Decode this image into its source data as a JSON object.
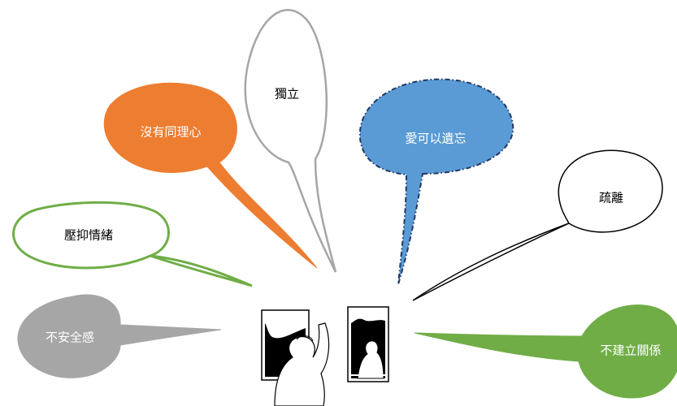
{
  "diagram": {
    "bubbles": [
      {
        "id": "independence",
        "label": "獨立",
        "fill": "#ffffff",
        "stroke": "#a6a6a6",
        "text_color": "#000000"
      },
      {
        "id": "no-empathy",
        "label": "沒有同理心",
        "fill": "#ed7d31",
        "stroke": "#ed7d31",
        "text_color": "#ffffff"
      },
      {
        "id": "love-forgettable",
        "label": "愛可以遺忘",
        "fill": "#5b9bd5",
        "stroke": "#203864",
        "text_color": "#ffffff"
      },
      {
        "id": "alienation",
        "label": "疏離",
        "fill": "#ffffff",
        "stroke": "#000000",
        "text_color": "#000000"
      },
      {
        "id": "suppress-emotion",
        "label": "壓抑情緒",
        "fill": "#ffffff",
        "stroke": "#70ad47",
        "text_color": "#000000"
      },
      {
        "id": "insecurity",
        "label": "不安全感",
        "fill": "#a6a6a6",
        "stroke": "#a6a6a6",
        "text_color": "#ffffff"
      },
      {
        "id": "no-relationships",
        "label": "不建立關係",
        "fill": "#70ad47",
        "stroke": "#70ad47",
        "text_color": "#ffffff"
      }
    ],
    "illustration": {
      "description_icon": "woman-at-window-illustration-icon"
    }
  }
}
